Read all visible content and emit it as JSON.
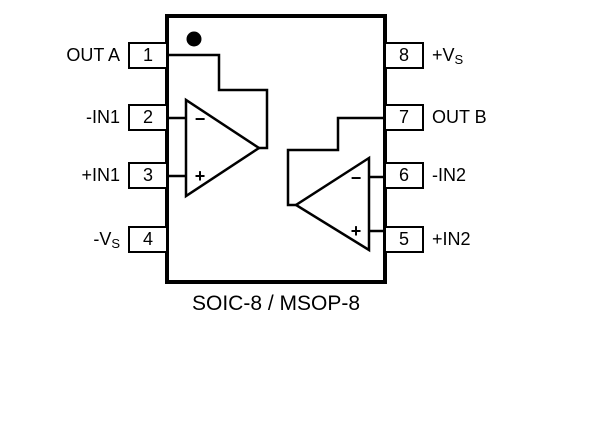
{
  "diagram": {
    "caption": "SOIC-8 / MSOP-8",
    "colors": {
      "line": "#000000",
      "background": "#ffffff"
    },
    "pins_left": [
      {
        "number": "1",
        "label": "OUT A",
        "label_sub": ""
      },
      {
        "number": "2",
        "label": "-IN1",
        "label_sub": ""
      },
      {
        "number": "3",
        "label": "+IN1",
        "label_sub": ""
      },
      {
        "number": "4",
        "label": "-V",
        "label_sub": "S"
      }
    ],
    "pins_right": [
      {
        "number": "8",
        "label": "+V",
        "label_sub": "S"
      },
      {
        "number": "7",
        "label": "OUT B",
        "label_sub": ""
      },
      {
        "number": "6",
        "label": "-IN2",
        "label_sub": ""
      },
      {
        "number": "5",
        "label": "+IN2",
        "label_sub": ""
      }
    ],
    "opamp_a": {
      "minus": "−",
      "plus": "+"
    },
    "opamp_b": {
      "minus": "−",
      "plus": "+"
    }
  }
}
